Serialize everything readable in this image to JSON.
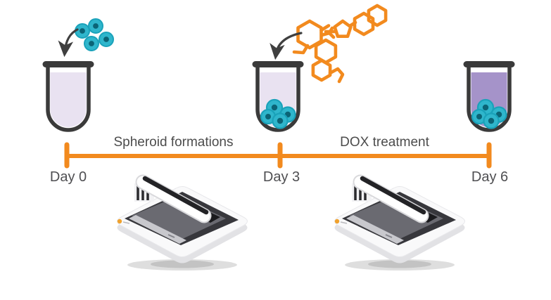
{
  "figure": {
    "type": "experiment-timeline-diagram",
    "background": "#ffffff"
  },
  "timeline": {
    "color": "#f28a1e",
    "segments": [
      {
        "id": "spheroid-formation",
        "label": "Spheroid formations"
      },
      {
        "id": "dox-treatment",
        "label": "DOX treatment"
      }
    ],
    "days": [
      {
        "id": "day-0",
        "label": "Day 0"
      },
      {
        "id": "day-3",
        "label": "Day 3"
      },
      {
        "id": "day-6",
        "label": "Day 6"
      }
    ]
  },
  "stages": [
    {
      "day": "Day 0",
      "tube_content": "light culture medium",
      "addition": "cells added (teal cells with arrow)"
    },
    {
      "day": "Day 3",
      "tube_content": "light medium with spheroid cells at bottom",
      "addition": "DOX drug molecules added (orange chemical structures with arrow)"
    },
    {
      "day": "Day 6",
      "tube_content": "purple DOX medium with spheroid cells at bottom",
      "addition": ""
    }
  ],
  "instruments": [
    {
      "position": "below Day 0–3 segment",
      "description": "white benchtop live-cell imaging device with scanning arm"
    },
    {
      "position": "below Day 3–6 segment",
      "description": "white benchtop live-cell imaging device with scanning arm"
    }
  ],
  "palette": {
    "orange": "#f28a1e",
    "cell_teal": "#2fb6cc",
    "cell_ring": "#1aa2ba",
    "cell_nucleus": "#0b6476",
    "medium_light": "#e9e2f1",
    "medium_dox": "#a593c9",
    "tube_outline": "#3a3a3a",
    "arrow_gray": "#3f3f3f",
    "label_text": "#4c4c4c"
  },
  "icons": {
    "test_tube": "u-shaped glass tube with flared rim",
    "cells": "teal circles with dark nucleus",
    "dox_molecules": "orange hexagon/pentagon ring structures",
    "add_arrow": "curved gray arrow pointing into tube",
    "imaging_device": "square white imaging instrument with angled gantry arm"
  }
}
